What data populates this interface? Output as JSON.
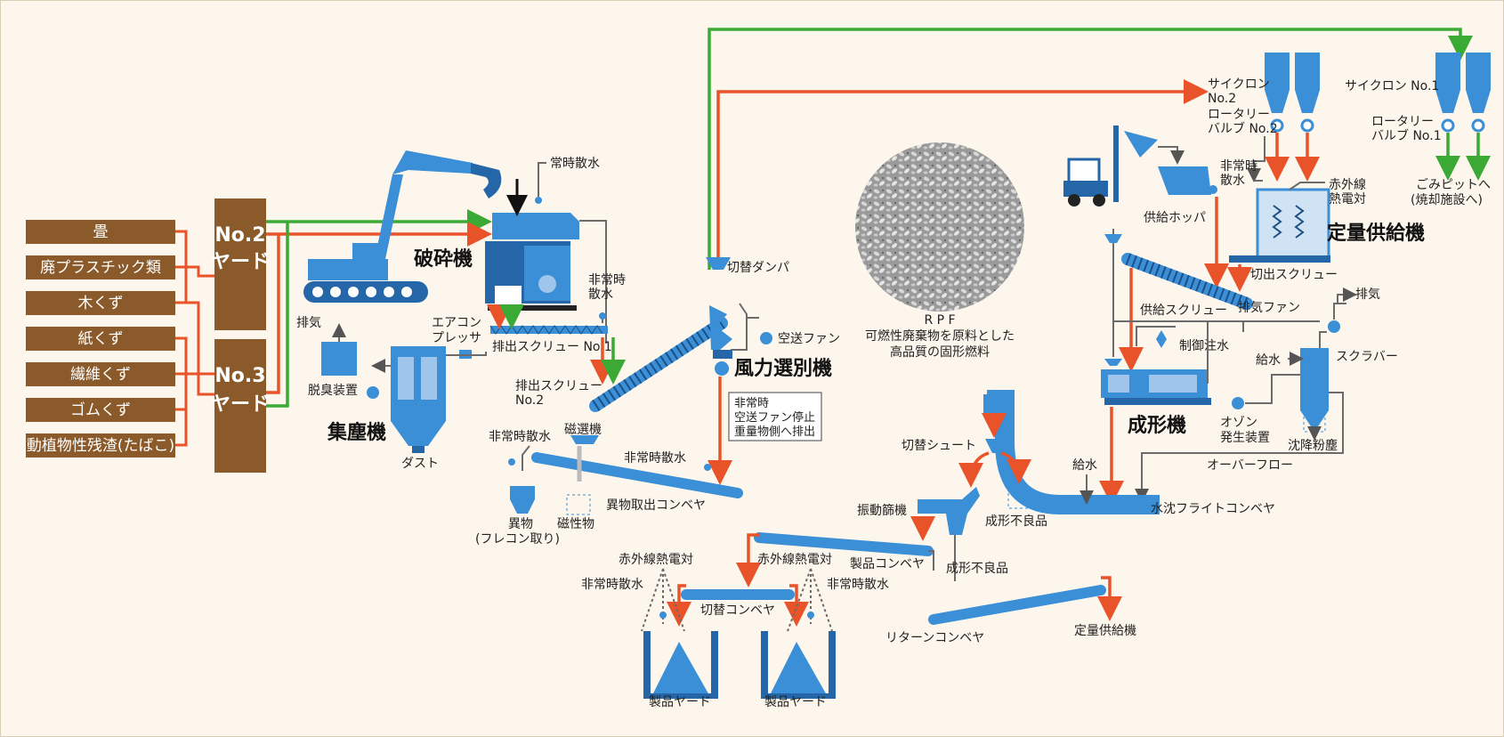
{
  "sources": [
    "畳",
    "廃プラスチック類",
    "木くず",
    "紙くず",
    "繊維くず",
    "ゴムくず",
    "動植物性残渣(たばこ)"
  ],
  "yards": [
    {
      "line1": "No.2",
      "line2": "ヤード"
    },
    {
      "line1": "No.3",
      "line2": "ヤード"
    }
  ],
  "equipment": {
    "crusher": "破砕機",
    "dust_collector": "集塵機",
    "wind_separator": "風力選別機",
    "molding_machine": "成形機",
    "fixed_feeder": "定量供給機"
  },
  "labels": {
    "constant_spray": "常時散水",
    "emergency_spray_2l_a": "非常時",
    "emergency_spray_2l_b": "散水",
    "air_compressor_a": "エアコン",
    "air_compressor_b": "プレッサ",
    "discharge_screw_1": "排出スクリュー No.1",
    "discharge_screw_2_a": "排出スクリュー",
    "discharge_screw_2_b": "No.2",
    "exhaust": "排気",
    "deodorizer": "脱臭装置",
    "dust": "ダスト",
    "emergency_spray": "非常時散水",
    "magnetic_separator": "磁選機",
    "foreign_matter": "異物",
    "flexible_container": "(フレコン取り)",
    "magnetic_matter": "磁性物",
    "foreign_conveyor": "異物取出コンベヤ",
    "switch_damper": "切替ダンパ",
    "air_fan": "空送ファン",
    "emergency_note_1": "非常時",
    "emergency_note_2": "空送ファン停止",
    "emergency_note_3": "重量物側へ排出",
    "rpf_title": "R P F",
    "rpf_desc_1": "可燃性廃棄物を原料とした",
    "rpf_desc_2": "高品質の固形燃料",
    "cyclone_2_a": "サイクロン",
    "cyclone_2_b": "No.2",
    "rotary_valve_2_a": "ロータリー",
    "rotary_valve_2_b": "バルブ No.2",
    "cyclone_1": "サイクロン No.1",
    "rotary_valve_1_a": "ロータリー",
    "rotary_valve_1_b": "バルブ No.1",
    "refuse_pit_a": "ごみピットへ",
    "refuse_pit_b": "(焼却施設へ)",
    "infrared_a": "赤外線",
    "infrared_b": "熱電対",
    "feed_hopper": "供給ホッパ",
    "cutout_screw": "切出スクリュー",
    "feed_screw": "供給スクリュー",
    "control_water": "制御注水",
    "exhaust_fan": "排気ファン",
    "water_supply": "給水",
    "scrubber": "スクラバー",
    "ozone_a": "オゾン",
    "ozone_b": "発生装置",
    "settled_dust": "沈降粉塵",
    "overflow": "オーバーフロー",
    "flight_conveyor": "水沈フライトコンベヤ",
    "switch_chute": "切替シュート",
    "vibrating_screen": "振動篩機",
    "defective": "成形不良品",
    "product_conveyor": "製品コンベヤ",
    "return_conveyor": "リターンコンベヤ",
    "to_fixed_feeder": "定量供給機",
    "infrared_thermocouple": "赤外線熱電対",
    "switch_conveyor": "切替コンベヤ",
    "product_yard": "製品ヤード"
  },
  "colors": {
    "material_flow": "#e8532a",
    "air_flow": "#3aaa35",
    "equipment": "#3a8fd6",
    "source_box": "#8b5a2b"
  }
}
